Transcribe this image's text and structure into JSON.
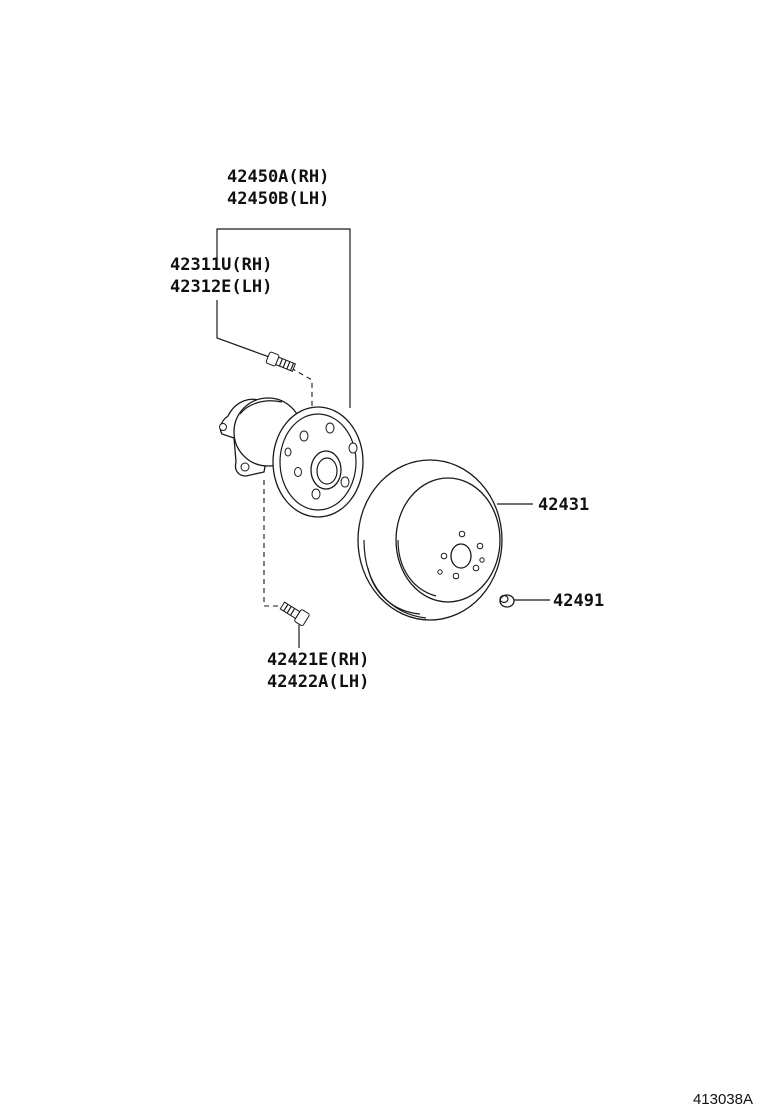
{
  "diagram": {
    "labels": {
      "hub_rh": "42450A(RH)",
      "hub_lh": "42450B(LH)",
      "stud_rh": "42311U(RH)",
      "stud_lh": "42312E(LH)",
      "bolt_rh": "42421E(RH)",
      "bolt_lh": "42422A(LH)",
      "disc": "42431",
      "screw": "42491"
    },
    "figure_id": "413038A"
  }
}
